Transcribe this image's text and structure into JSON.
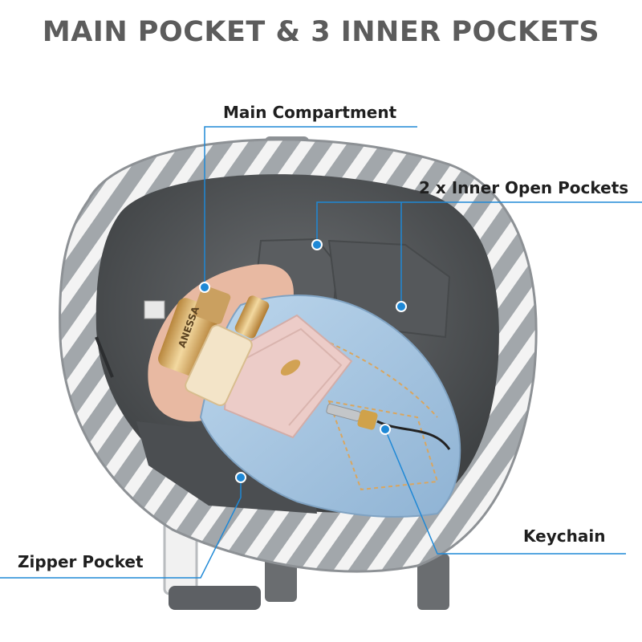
{
  "title": "MAIN POCKET & 3 INNER POCKETS",
  "callouts": {
    "main_compartment": "Main Compartment",
    "inner_open_pockets": "2 x Inner Open Pockets",
    "zipper_pocket": "Zipper Pocket",
    "keychain": "Keychain"
  },
  "bottle_brand": "ANESSA",
  "colors": {
    "title": "#5c5c5c",
    "label": "#1f1f1f",
    "accent": "#1e88d6",
    "bag_gray": "#9ea3a7",
    "lining": "#55585b",
    "stripe": "#f4f4f4",
    "denim": "#a9c8e2",
    "wallet": "#ecccc8",
    "cloth": "#e8b9a2",
    "gold": "#d2a253"
  }
}
